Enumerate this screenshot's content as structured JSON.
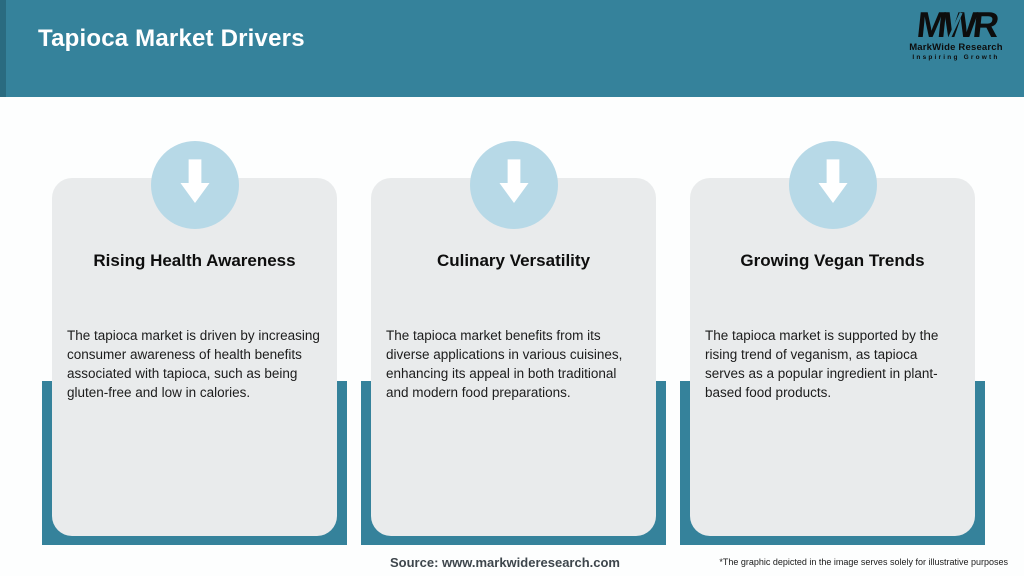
{
  "header": {
    "title": "Tapioca Market Drivers",
    "logo": {
      "monogram": "MWR",
      "name": "MarkWide Research",
      "tagline": "Inspiring Growth"
    }
  },
  "cards": [
    {
      "icon": "down-arrow-icon",
      "title": "Rising Health Awareness",
      "description": "The tapioca market is driven by increasing consumer awareness of health benefits associated with tapioca, such as being gluten-free and low in calories."
    },
    {
      "icon": "down-arrow-icon",
      "title": "Culinary Versatility",
      "description": "The tapioca market benefits from its diverse applications in various cuisines, enhancing its appeal in both traditional and modern food preparations."
    },
    {
      "icon": "down-arrow-icon",
      "title": "Growing Vegan Trends",
      "description": "The tapioca market is supported by the rising trend of veganism, as tapioca serves as a popular ingredient in plant-based food products."
    }
  ],
  "footer": {
    "source": "Source: www.markwideresearch.com",
    "disclaimer": "*The graphic depicted in the image serves solely for illustrative purposes"
  },
  "colors": {
    "header_teal": "#35829B",
    "header_stripe_dark_teal": "#2A6B80",
    "circle_light_blue": "#B7D9E7",
    "card_gray": "#E9EBEC",
    "arrow_white": "#FFFFFF",
    "text_black": "#1c1c1c",
    "source_gray": "#3E464C"
  }
}
